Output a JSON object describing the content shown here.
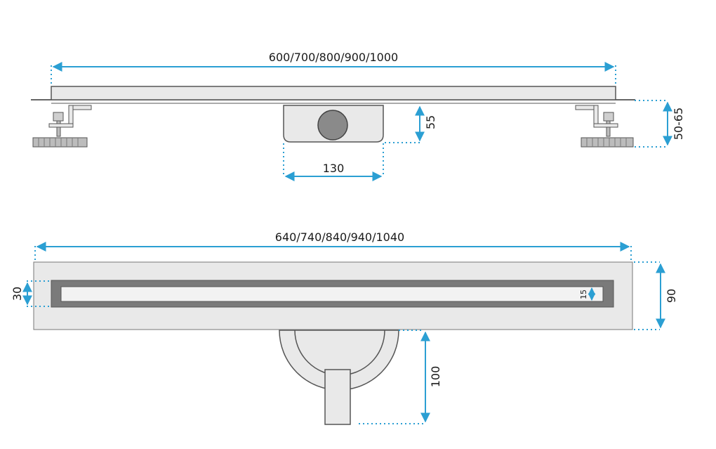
{
  "colors": {
    "dimension": "#2b9fd3",
    "outline": "#555555",
    "metal_fill": "#e9e9e9",
    "dark_fill": "#7a7a7a",
    "drain_fill": "#8a8a8a"
  },
  "side_view": {
    "length_label": "600/700/800/900/1000",
    "outlet_height_label": "55",
    "outlet_width_label": "130",
    "adjust_height_label": "50-65"
  },
  "top_view": {
    "length_label": "640/740/840/940/1040",
    "slot_width_label": "30",
    "inner_width_label": "15",
    "total_width_label": "90",
    "outlet_depth_label": "100"
  }
}
